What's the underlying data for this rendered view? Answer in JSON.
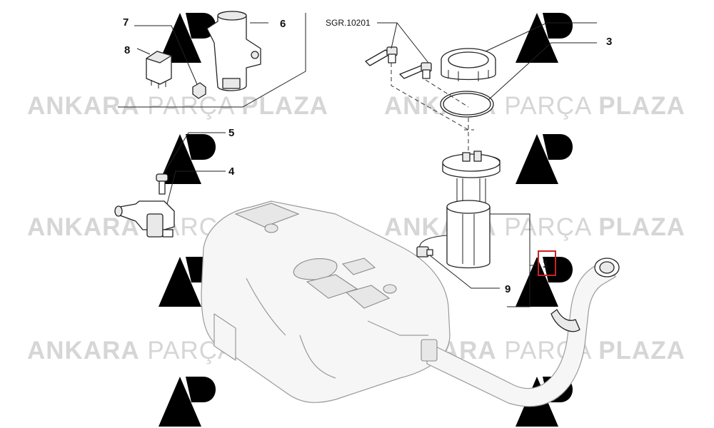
{
  "watermark": {
    "brand": "ANKARA",
    "middle": "PARÇA",
    "last": "PLAZA"
  },
  "reference": "SGR.10201",
  "callouts": [
    {
      "id": "1",
      "label": "1",
      "part": "fuel pump module",
      "highlighted": true
    },
    {
      "id": "3",
      "label": "3",
      "part": "seal ring",
      "highlighted": false
    },
    {
      "id": "4",
      "label": "4",
      "part": "valve",
      "highlighted": false
    },
    {
      "id": "5",
      "label": "5",
      "part": "bolt",
      "highlighted": false
    },
    {
      "id": "6",
      "label": "6",
      "part": "sensor",
      "highlighted": false
    },
    {
      "id": "7",
      "label": "7",
      "part": "nut",
      "highlighted": false
    },
    {
      "id": "8",
      "label": "8",
      "part": "relay",
      "highlighted": false
    },
    {
      "id": "9",
      "label": "9",
      "part": "connector",
      "highlighted": false
    }
  ],
  "colors": {
    "highlight": "#cc2222",
    "watermark_text": "#d6d6d6",
    "watermark_logo": "#f2dede"
  }
}
